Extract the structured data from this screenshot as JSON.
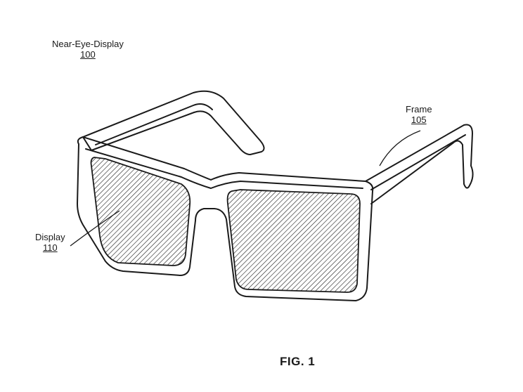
{
  "labels": {
    "device": {
      "name": "Near-Eye-Display",
      "ref": "100"
    },
    "frame": {
      "name": "Frame",
      "ref": "105"
    },
    "display": {
      "name": "Display",
      "ref": "110"
    }
  },
  "caption": "FIG. 1",
  "colors": {
    "line": "#1a1a1a",
    "background": "#ffffff"
  }
}
